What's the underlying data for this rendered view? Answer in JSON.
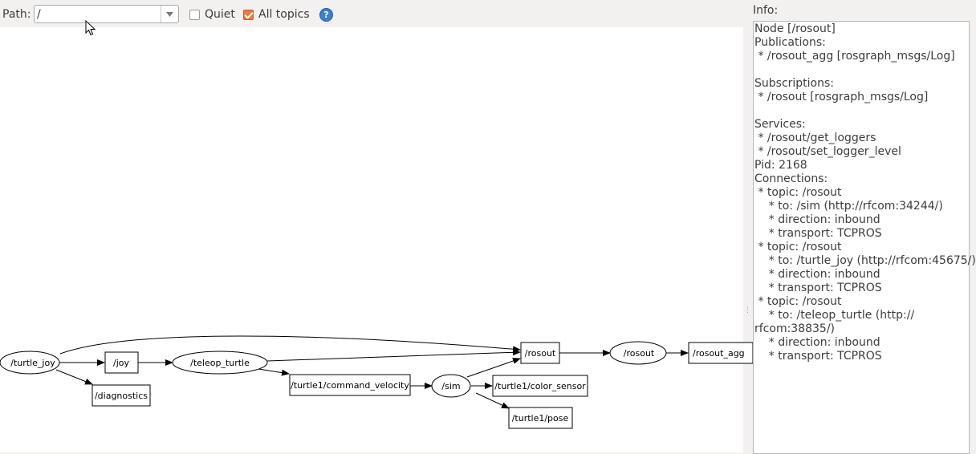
{
  "toolbar": {
    "path_label": "Path:",
    "path_value": "/",
    "quiet_label": "Quiet",
    "quiet_checked": false,
    "all_topics_label": "All topics",
    "all_topics_checked": true,
    "help_icon": "question-mark-icon"
  },
  "graph": {
    "nodes": [
      {
        "id": "turtle_joy",
        "label": "/turtle_joy",
        "shape": "ellipse"
      },
      {
        "id": "joy",
        "label": "/joy",
        "shape": "box"
      },
      {
        "id": "diagnostics",
        "label": "/diagnostics",
        "shape": "box"
      },
      {
        "id": "teleop_turtle",
        "label": "/teleop_turtle",
        "shape": "ellipse"
      },
      {
        "id": "command_velocity",
        "label": "/turtle1/command_velocity",
        "shape": "box"
      },
      {
        "id": "sim",
        "label": "/sim",
        "shape": "ellipse"
      },
      {
        "id": "color_sensor",
        "label": "/turtle1/color_sensor",
        "shape": "box"
      },
      {
        "id": "pose",
        "label": "/turtle1/pose",
        "shape": "box"
      },
      {
        "id": "rosout_topic",
        "label": "/rosout",
        "shape": "box"
      },
      {
        "id": "rosout_node",
        "label": "/rosout",
        "shape": "ellipse"
      },
      {
        "id": "rosout_agg",
        "label": "/rosout_agg",
        "shape": "box"
      }
    ],
    "edges": [
      [
        "turtle_joy",
        "joy"
      ],
      [
        "turtle_joy",
        "diagnostics"
      ],
      [
        "turtle_joy",
        "rosout_topic"
      ],
      [
        "joy",
        "teleop_turtle"
      ],
      [
        "teleop_turtle",
        "command_velocity"
      ],
      [
        "teleop_turtle",
        "rosout_topic"
      ],
      [
        "command_velocity",
        "sim"
      ],
      [
        "sim",
        "rosout_topic"
      ],
      [
        "sim",
        "color_sensor"
      ],
      [
        "sim",
        "pose"
      ],
      [
        "rosout_topic",
        "rosout_node"
      ],
      [
        "rosout_node",
        "rosout_agg"
      ]
    ]
  },
  "info": {
    "title": "Info:",
    "lines": [
      "Node [/rosout]",
      "Publications:",
      " * /rosout_agg [rosgraph_msgs/Log]",
      "",
      "Subscriptions:",
      " * /rosout [rosgraph_msgs/Log]",
      "",
      "Services:",
      " * /rosout/get_loggers",
      " * /rosout/set_logger_level",
      "Pid: 2168",
      "Connections:",
      " * topic: /rosout",
      "    * to: /sim (http://rfcom:34244/)",
      "    * direction: inbound",
      "    * transport: TCPROS",
      " * topic: /rosout",
      "    * to: /turtle_joy (http://rfcom:45675/)",
      "    * direction: inbound",
      "    * transport: TCPROS",
      " * topic: /rosout",
      "    * to: /teleop_turtle (http://",
      "rfcom:38835/)",
      "    * direction: inbound",
      "    * transport: TCPROS"
    ]
  }
}
